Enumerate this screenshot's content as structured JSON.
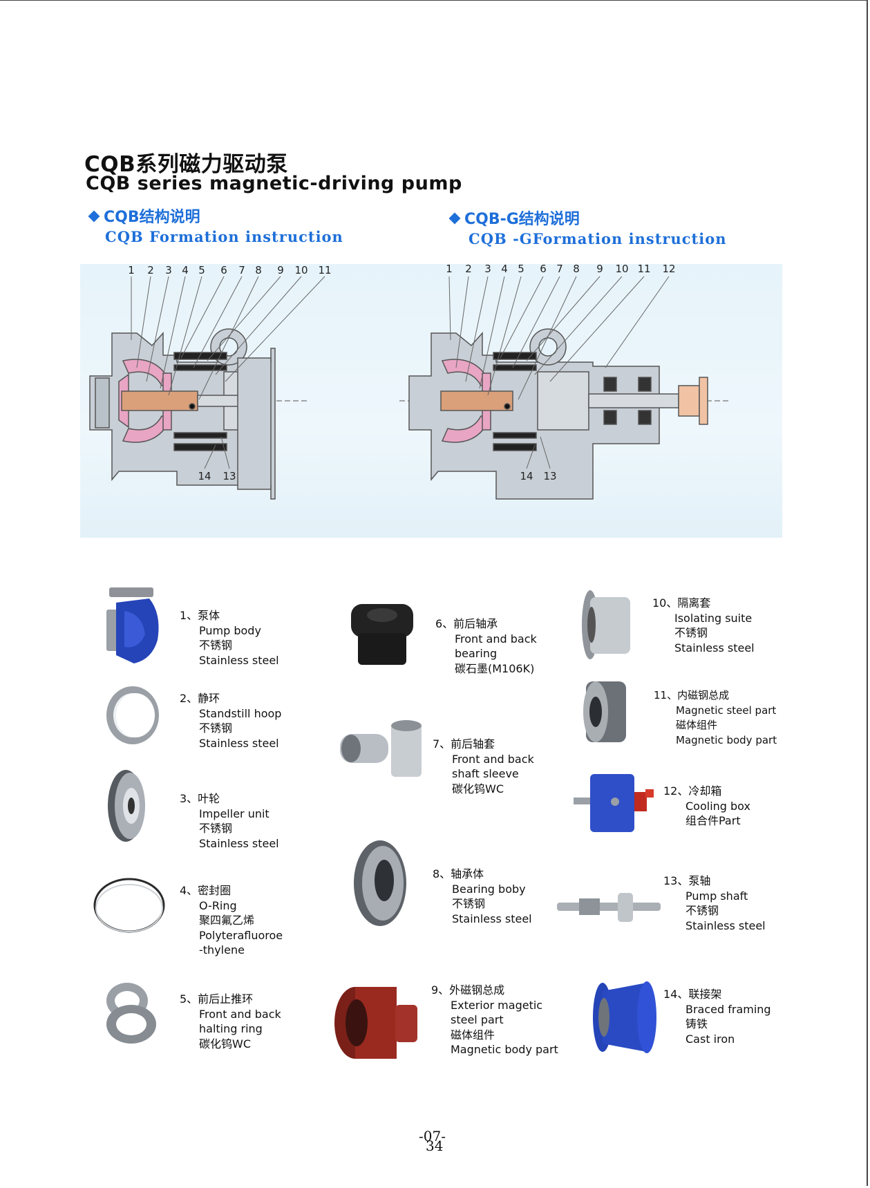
{
  "header": {
    "title_cn": "CQB系列磁力驱动泵",
    "title_en": "CQB series magnetic-driving pump"
  },
  "sections": [
    {
      "title_cn": "CQB结构说明",
      "title_en": "CQB Formation instruction"
    },
    {
      "title_cn": "CQB-G结构说明",
      "title_en": "CQB -GFormation instruction"
    }
  ],
  "diagram_left": {
    "top_numbers": [
      "1",
      "2",
      "3",
      "4",
      "5",
      "6",
      "7",
      "8",
      "9",
      "10",
      "11"
    ],
    "bottom_numbers": [
      "14",
      "13"
    ]
  },
  "diagram_right": {
    "top_numbers": [
      "1",
      "2",
      "3",
      "4",
      "5",
      "6",
      "7",
      "8",
      "9",
      "10",
      "11",
      "12"
    ],
    "bottom_numbers": [
      "14",
      "13"
    ]
  },
  "parts": [
    {
      "num": "1、泵体",
      "lines": [
        "Pump body",
        "不锈钢",
        " Stainless steel"
      ]
    },
    {
      "num": "2、静环",
      "lines": [
        "Standstill hoop",
        "不锈钢",
        " Stainless steel"
      ]
    },
    {
      "num": "3、叶轮",
      "lines": [
        "Impeller unit",
        "不锈钢",
        " Stainless steel"
      ]
    },
    {
      "num": "4、密封圈",
      "lines": [
        "O-Ring",
        "聚四氟乙烯",
        "Polyterafluoroe",
        "-thylene"
      ]
    },
    {
      "num": "5、前后止推环",
      "lines": [
        "Front and back",
        "halting ring",
        "碳化钨WC"
      ]
    },
    {
      "num": "6、前后轴承",
      "lines": [
        "Front and back",
        "bearing",
        "碳石墨(M106K)"
      ]
    },
    {
      "num": "7、前后轴套",
      "lines": [
        "Front and back",
        "shaft sleeve",
        "碳化钨WC"
      ]
    },
    {
      "num": "8、轴承体",
      "lines": [
        "Bearing boby",
        "不锈钢",
        " Stainless steel"
      ]
    },
    {
      "num": "9、外磁钢总成",
      "lines": [
        "Exterior magetic",
        " steel part",
        "磁体组件",
        "Magnetic body part"
      ]
    },
    {
      "num": "10、隔离套",
      "lines": [
        "Isolating suite",
        "不锈钢",
        "Stainless steel"
      ]
    },
    {
      "num": "11、内磁钢总成",
      "lines": [
        "Magnetic steel part",
        "磁体组件",
        "Magnetic body part"
      ]
    },
    {
      "num": "12、冷却箱",
      "lines": [
        "Cooling box",
        "组合件Part"
      ]
    },
    {
      "num": "13、泵轴",
      "lines": [
        " Pump shaft",
        "不锈钢",
        "Stainless steel"
      ]
    },
    {
      "num": "14、联接架",
      "lines": [
        "Braced framing",
        "铸铁",
        "Cast iron"
      ]
    }
  ],
  "page": {
    "number_a": "-07-",
    "number_b": "34"
  },
  "colors": {
    "accent_blue": "#1e6fd9",
    "pump_blue": "#2544b8",
    "pink": "#e8a5c4",
    "copper": "#d9a07a",
    "panel_bg": "#e6f3fa"
  }
}
